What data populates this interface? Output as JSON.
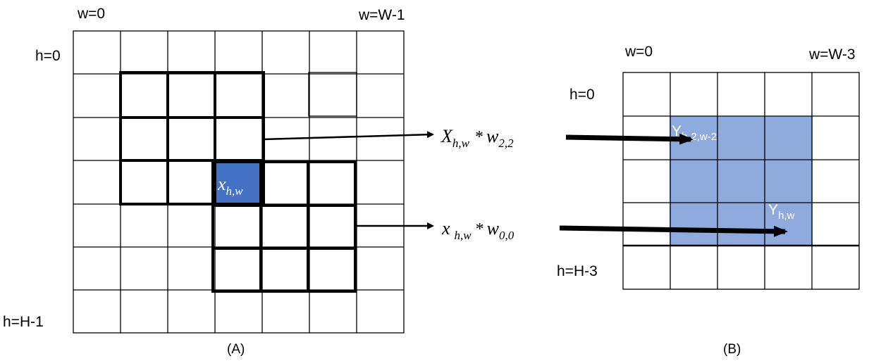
{
  "panel_a": {
    "label_w_start": "w=0",
    "label_w_end": "w=W-1",
    "label_h_start": "h=0",
    "label_h_end": "h=H-1",
    "caption": "(A)",
    "cell_label_main": "x",
    "cell_label_sub": "h,w",
    "rows": 7,
    "cols": 7
  },
  "panel_b": {
    "label_w_start": "w=0",
    "label_w_end": "w=W-3",
    "label_h_start": "h=0",
    "label_h_end": "h=H-3",
    "caption": "(B)",
    "label_y_top_main": "Y",
    "label_y_top_sub": "h-2,w-2",
    "label_y_bottom_main": "Y",
    "label_y_bottom_sub": "h,w",
    "rows": 5,
    "cols": 5
  },
  "formulas": {
    "top_main": "X",
    "top_sub": "h,w",
    "top_op": "*",
    "top_w": "w",
    "top_w_sub": "2,2",
    "bottom_main": "x",
    "bottom_sub": "h,w",
    "bottom_op": "*",
    "bottom_w": "w",
    "bottom_w_sub": "0,0"
  },
  "colors": {
    "highlight_cell": "#4472c4",
    "output_fill": "#8faadc",
    "grid_line": "#000000"
  }
}
